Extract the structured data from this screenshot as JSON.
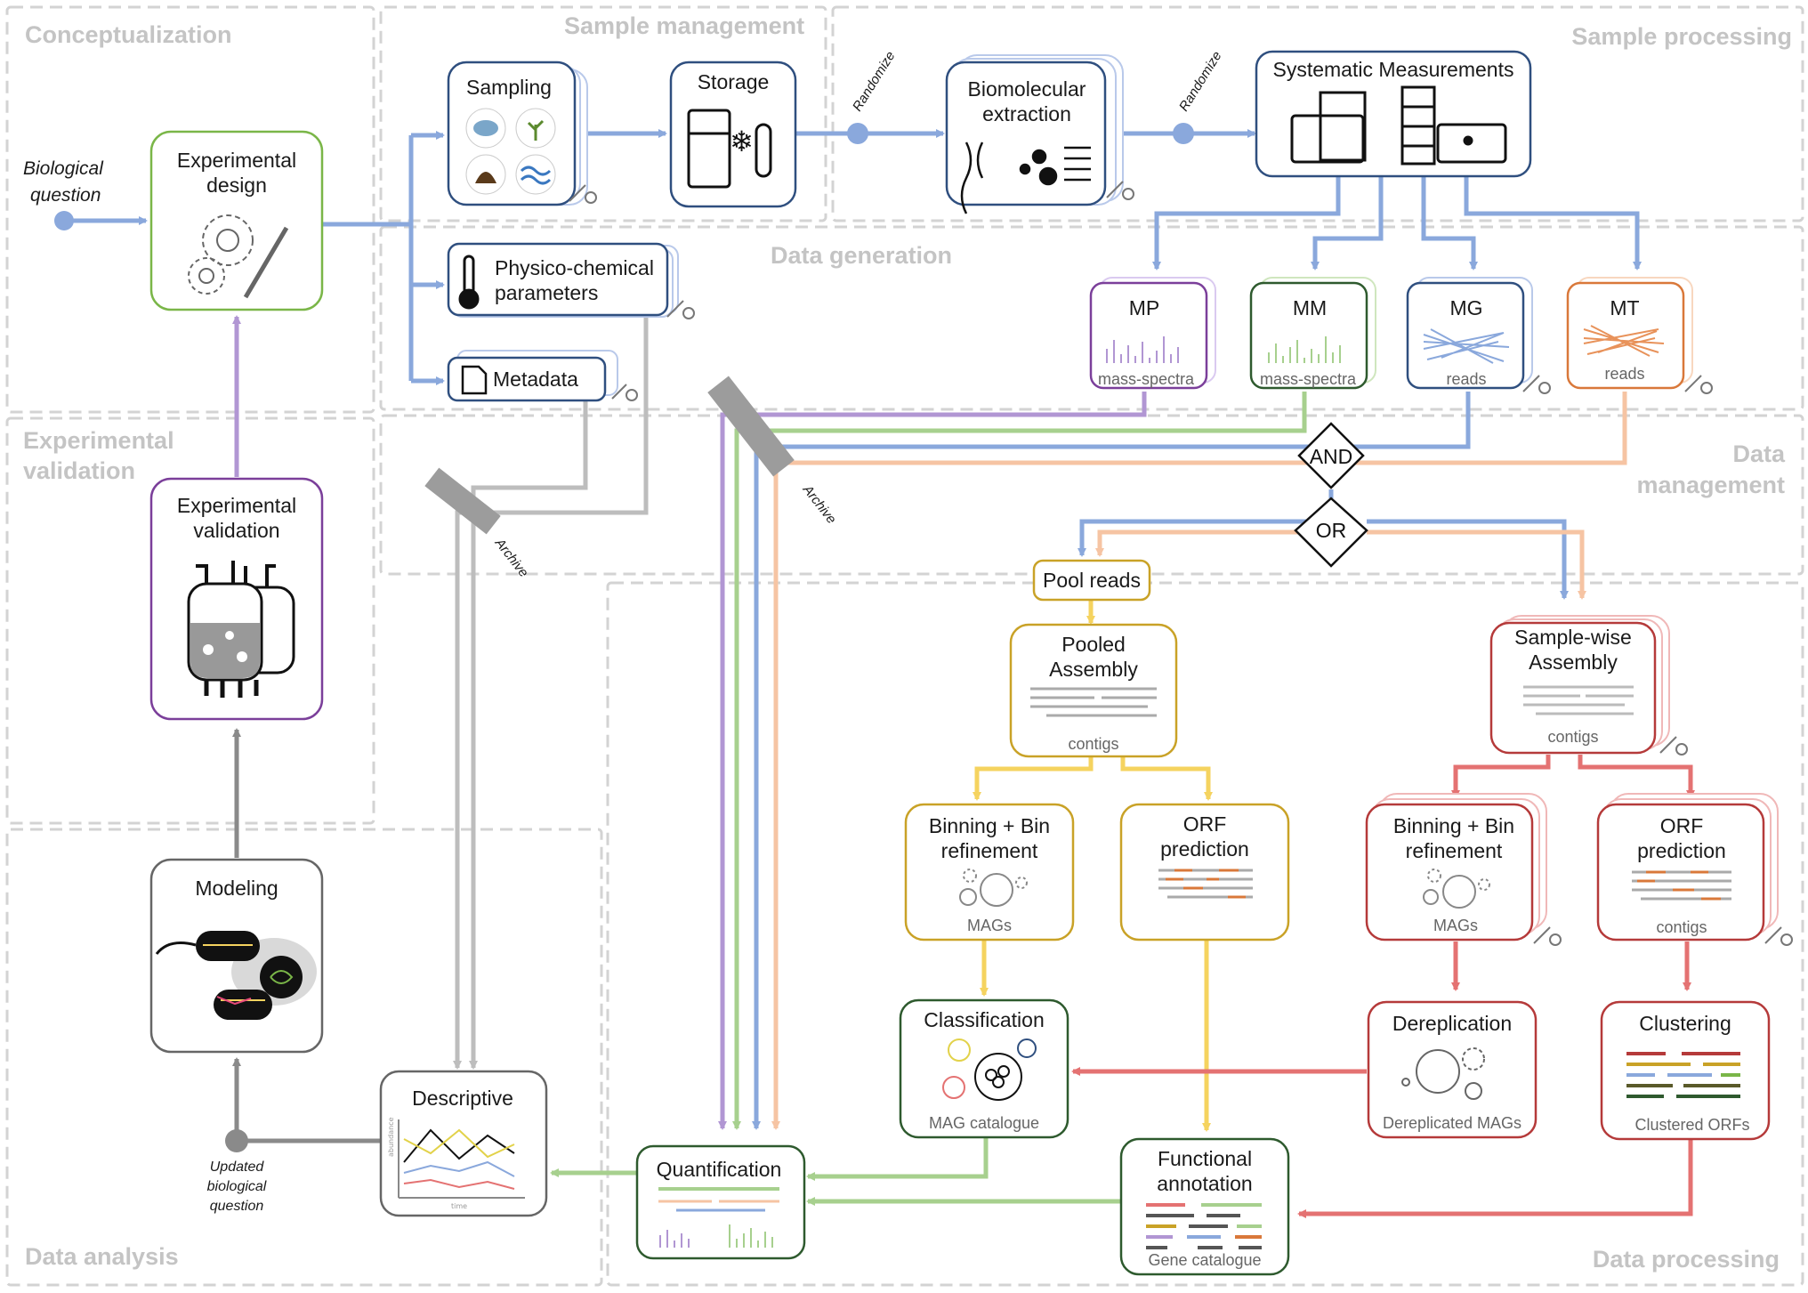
{
  "regions": {
    "conceptualization": "Conceptualization",
    "sample_management": "Sample management",
    "sample_processing": "Sample processing",
    "data_generation": "Data generation",
    "experimental_validation": [
      "Experimental",
      "validation"
    ],
    "data_management": [
      "Data",
      "management"
    ],
    "data_analysis": "Data analysis",
    "data_processing": "Data processing"
  },
  "labels": {
    "biological_question": [
      "Biological",
      "question"
    ],
    "updated_question": [
      "Updated",
      "biological",
      "question"
    ],
    "randomize": "Randomize",
    "archive": "Archive",
    "and_gate": "AND",
    "or_gate": "OR"
  },
  "boxes": {
    "experimental_design": [
      "Experimental",
      "design"
    ],
    "sampling": "Sampling",
    "storage": "Storage",
    "biomolecular_extraction": [
      "Biomolecular",
      "extraction"
    ],
    "systematic_measurements": "Systematic Measurements",
    "physico_chemical": [
      "Physico-chemical",
      "parameters"
    ],
    "metadata": "Metadata",
    "mp": {
      "title": "MP",
      "sub": "mass-spectra"
    },
    "mm": {
      "title": "MM",
      "sub": "mass-spectra"
    },
    "mg": {
      "title": "MG",
      "sub": "reads"
    },
    "mt": {
      "title": "MT",
      "sub": "reads"
    },
    "experimental_validation": [
      "Experimental",
      "validation"
    ],
    "modeling": "Modeling",
    "descriptive": "Descriptive",
    "quantification": "Quantification",
    "pool_reads": "Pool reads",
    "pooled_assembly": {
      "title": [
        "Pooled",
        "Assembly"
      ],
      "sub": "contigs"
    },
    "samplewise_assembly": {
      "title": [
        "Sample-wise",
        "Assembly"
      ],
      "sub": "contigs"
    },
    "binning_pooled": {
      "title": [
        "Binning + Bin",
        "refinement"
      ],
      "sub": "MAGs"
    },
    "orf_pooled": {
      "title": [
        "ORF",
        "prediction"
      ]
    },
    "binning_sample": {
      "title": [
        "Binning + Bin",
        "refinement"
      ],
      "sub": "MAGs"
    },
    "orf_sample": {
      "title": [
        "ORF",
        "prediction"
      ],
      "sub": "contigs"
    },
    "classification": {
      "title": "Classification",
      "sub": "MAG catalogue"
    },
    "functional_annotation": {
      "title": [
        "Functional",
        "annotation"
      ],
      "sub": "Gene catalogue"
    },
    "dereplication": {
      "title": "Dereplication",
      "sub": "Dereplicated MAGs"
    },
    "clustering": {
      "title": "Clustering",
      "sub": "Clustered ORFs"
    }
  },
  "chart_mini": {
    "xlabel": "time",
    "ylabel": "abundance"
  },
  "colors": {
    "blue": "#8aa8dc",
    "purple": "#b196d3",
    "green": "#a7d08e",
    "orange": "#f6c4a3",
    "gold": "#f5d35f",
    "red": "#e47272",
    "grey": "#bdbdbd",
    "darkgrey": "#8a8a8a",
    "box_blue": "#2f4f7f",
    "box_green_light": "#7ab648",
    "box_purple": "#7b3f9a",
    "box_gold": "#c9a227",
    "box_red": "#b53a3a",
    "box_darkgreen": "#2e5a2e",
    "box_orange": "#d9783a"
  }
}
